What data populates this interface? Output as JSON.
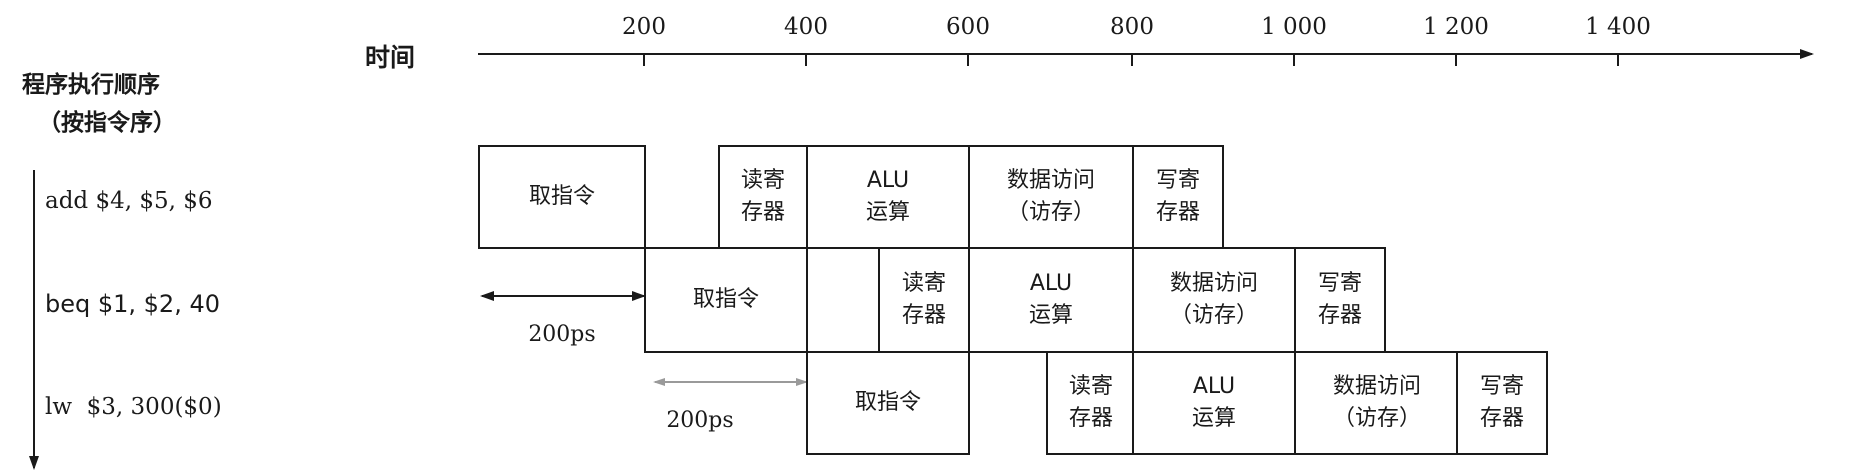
{
  "axis": {
    "title": "时间",
    "ticks": [
      "200",
      "400",
      "600",
      "800",
      "1 000",
      "1 200",
      "1 400"
    ]
  },
  "left": {
    "title": "程序执行顺序",
    "subtitle": "（按指令序）"
  },
  "instructions": [
    "add $4, $5, $6",
    "beq $1, $2, 40",
    "lw  $3, 300($0)"
  ],
  "stage_labels": {
    "fetch": "取指令",
    "reg_read_1": "读寄",
    "reg_read_2": "存器",
    "alu_1": "ALU",
    "alu_2": "运算",
    "mem_1": "数据访问",
    "mem_2": "（访存）",
    "wb_1": "写寄",
    "wb_2": "存器"
  },
  "intervals": {
    "first": "200ps",
    "second": "200ps"
  },
  "colors": {
    "line": "#1a1a1a",
    "faded_arrow": "#9a9a9a",
    "background": "#ffffff"
  }
}
